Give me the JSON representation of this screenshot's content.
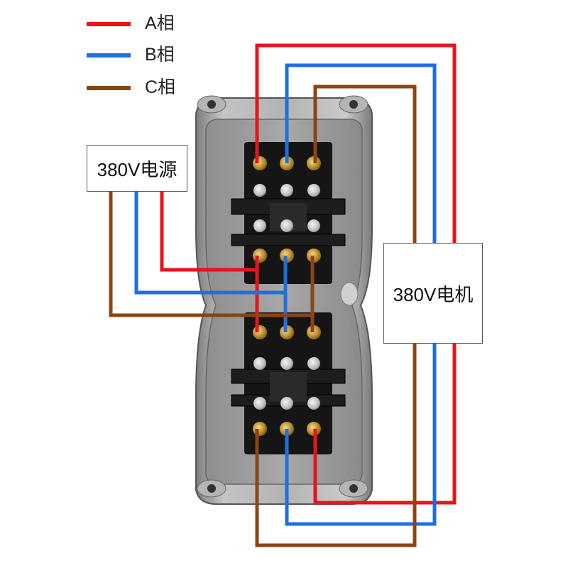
{
  "legend": {
    "items": [
      {
        "label": "A相",
        "color": "#e8141b"
      },
      {
        "label": "B相",
        "color": "#1f6fe0"
      },
      {
        "label": "C相",
        "color": "#8b4513"
      }
    ]
  },
  "power_source": {
    "label": "380V电源"
  },
  "motor": {
    "label": "380V电机"
  },
  "colors": {
    "phase_a": "#e8141b",
    "phase_b": "#1f6fe0",
    "phase_c": "#8b4513",
    "housing": "#9a9a9a",
    "terminal_block": "#151515",
    "background": "#ffffff"
  }
}
